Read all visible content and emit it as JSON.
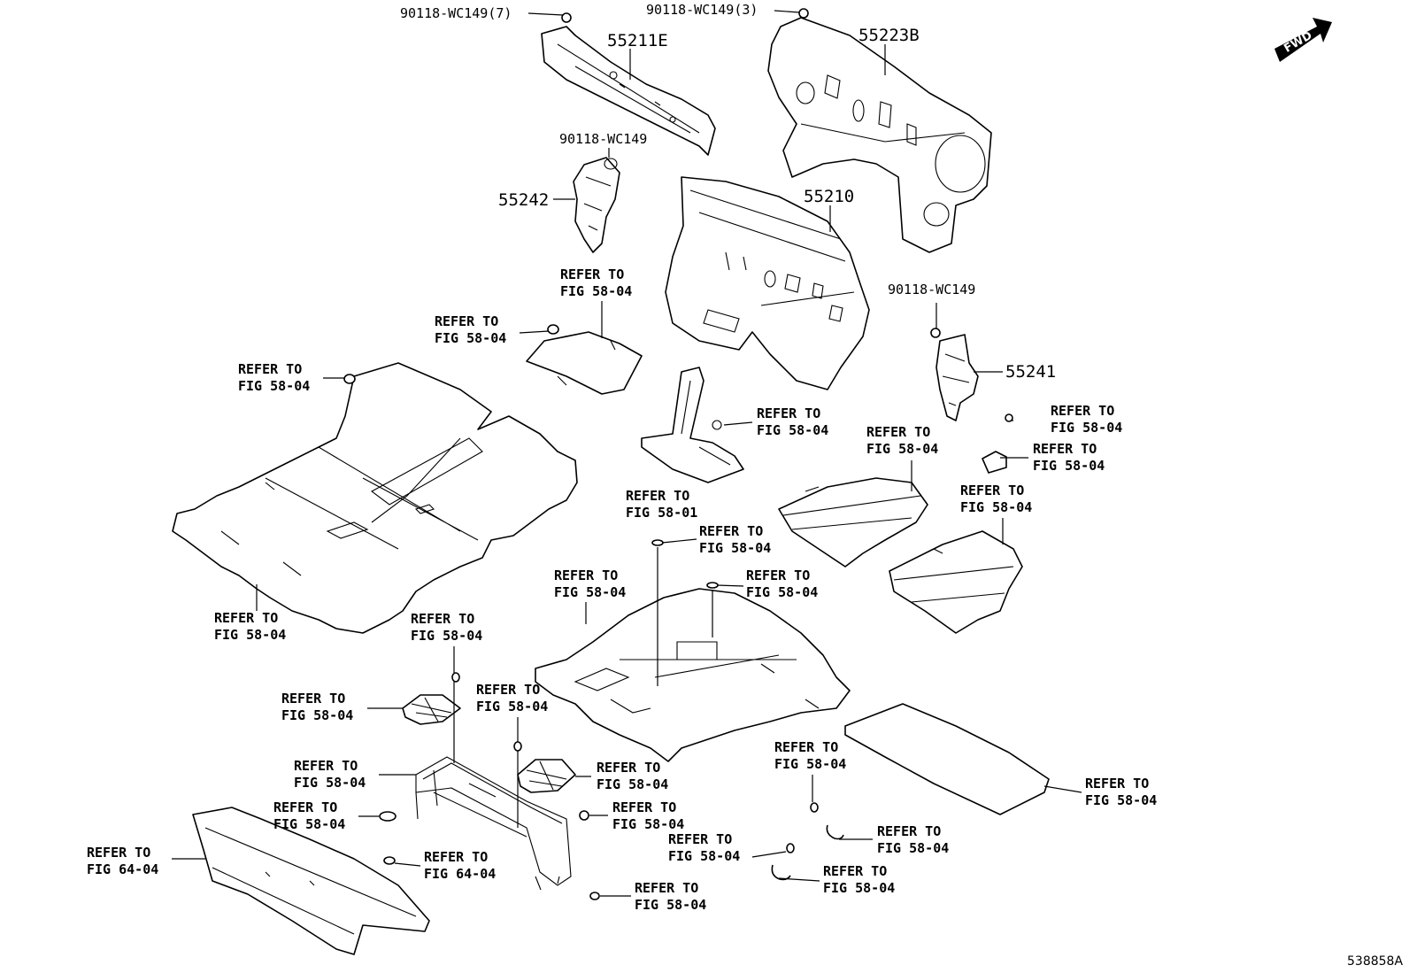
{
  "diagram": {
    "doc_id": "538858A",
    "fwd_label": "FWD",
    "part_numbers": {
      "p55211E": "55211E",
      "p55223B": "55223B",
      "p55242": "55242",
      "p55210": "55210",
      "p55241": "55241"
    },
    "fasteners": {
      "f1": "90118-WC149(7)",
      "f2": "90118-WC149(3)",
      "f3": "90118-WC149",
      "f4": "90118-WC149"
    },
    "refer_line": "REFER TO",
    "fig_58_04": "FIG 58-04",
    "fig_58_01": "FIG 58-01",
    "fig_64_04": "FIG 64-04"
  }
}
